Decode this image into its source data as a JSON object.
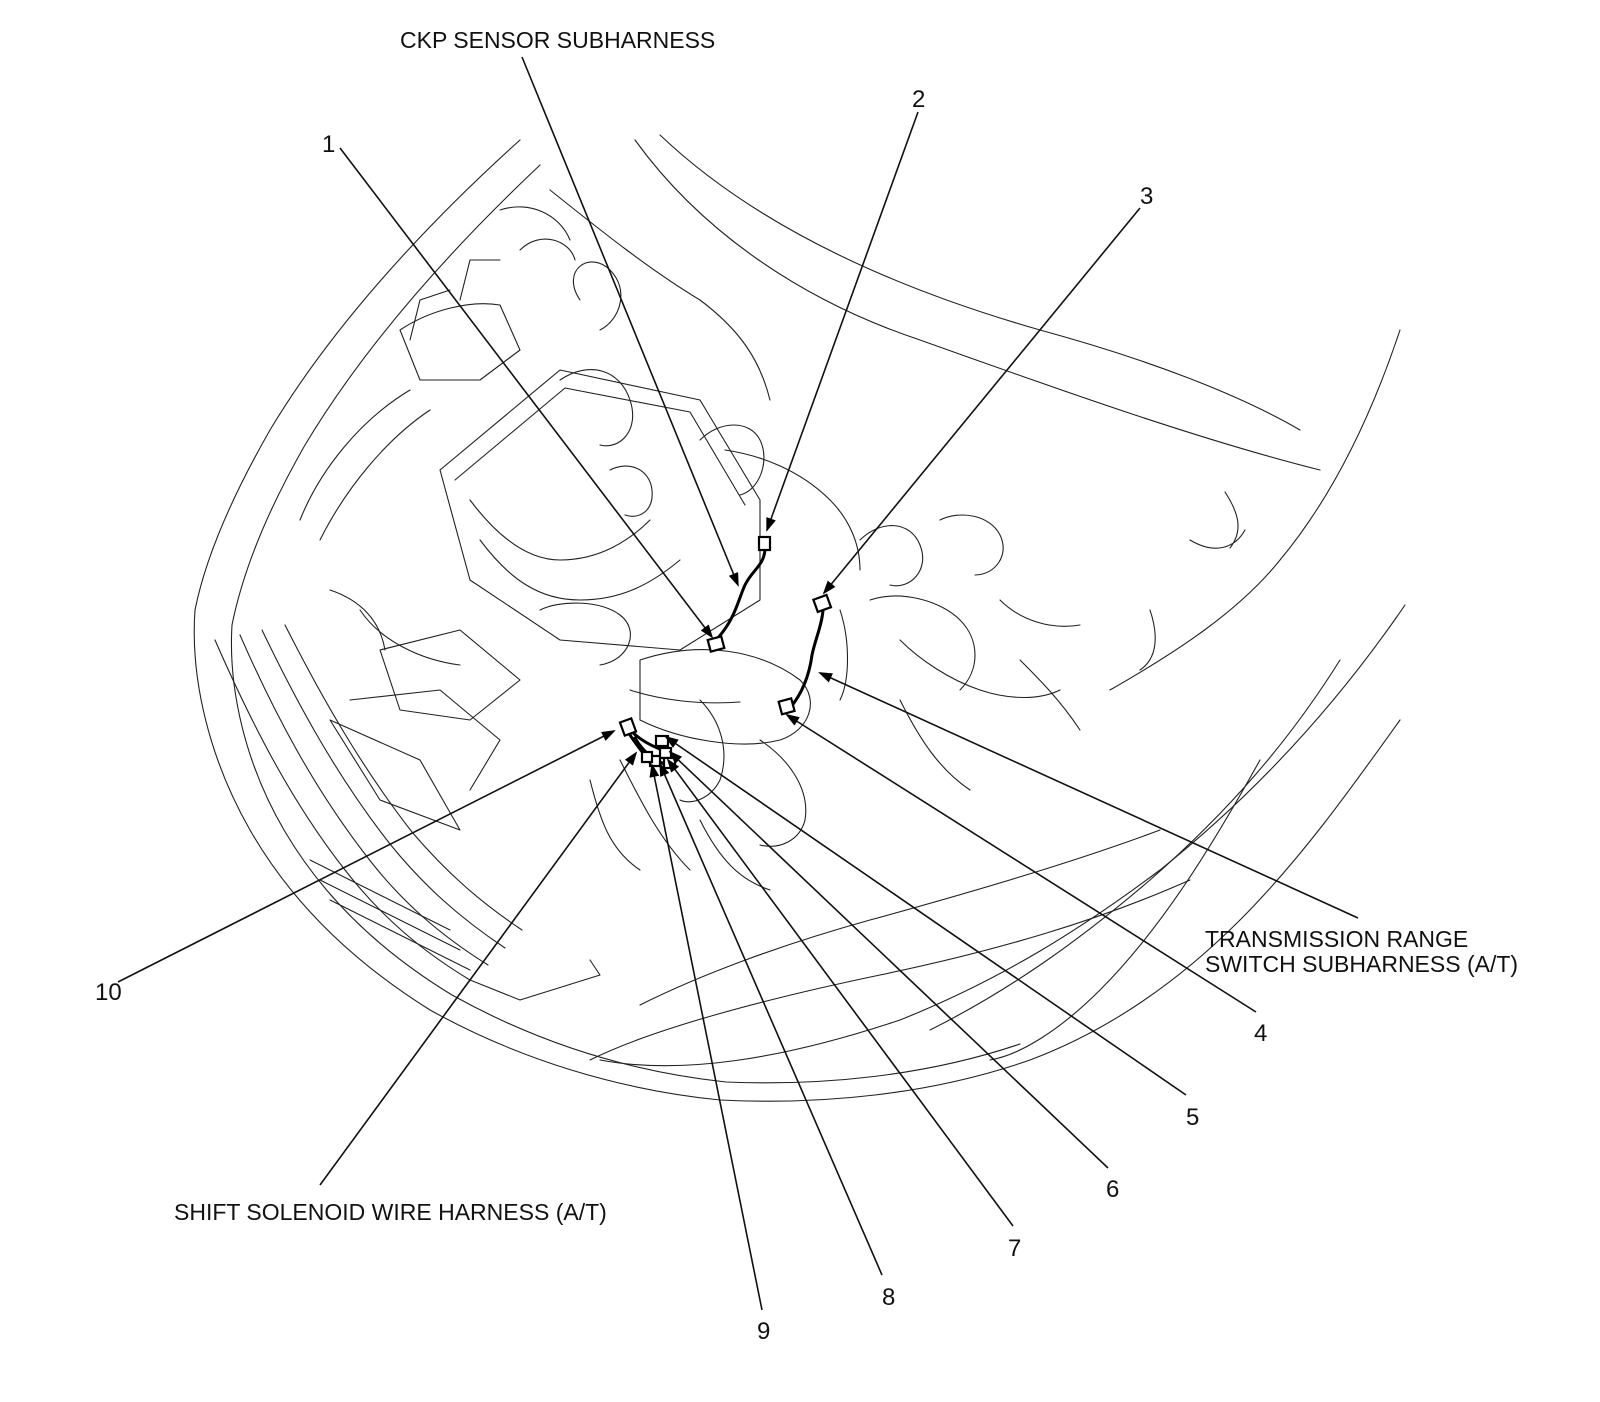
{
  "labels": {
    "ckp": "CKP SENSOR SUBHARNESS",
    "trans_line1": "TRANSMISSION RANGE",
    "trans_line2": "SWITCH SUBHARNESS (A/T)",
    "shift": "SHIFT SOLENOID WIRE HARNESS (A/T)"
  },
  "callouts": [
    "1",
    "2",
    "3",
    "4",
    "5",
    "6",
    "7",
    "8",
    "9",
    "10"
  ],
  "colors": {
    "ink": "#111111",
    "background": "#ffffff"
  }
}
